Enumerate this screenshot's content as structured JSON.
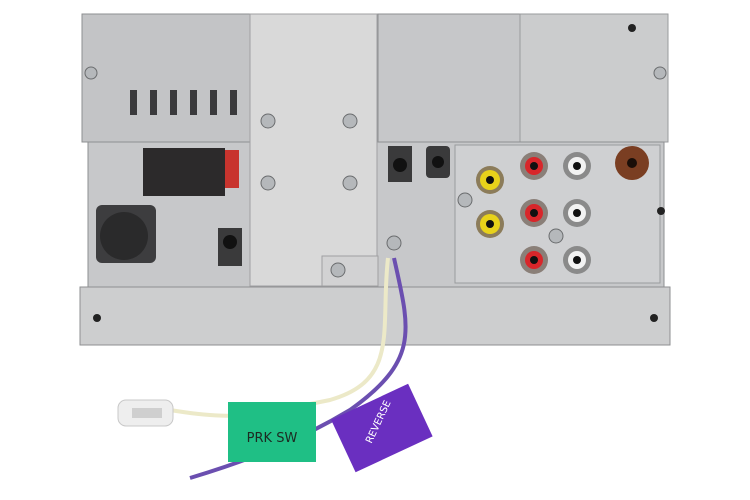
{
  "image": {
    "subject": "car-stereo-rear-panel",
    "colors": {
      "chassis": "#c9cacc",
      "chassis_dark": "#9a9b9d",
      "heatsink": "#d9d9d9",
      "rca_yellow": "#e8d21a",
      "rca_red": "#d8262a",
      "rca_white": "#f2f2f2",
      "antenna": "#7a3e22",
      "tag_green": "#1fbf85",
      "tag_purple": "#6a2fc0",
      "wire_cream": "#ece9c8",
      "wire_purple": "#6b4fb0"
    }
  },
  "labels": {
    "parking_switch_tag": "PRK SW",
    "reverse_tag": "REVERSE"
  }
}
